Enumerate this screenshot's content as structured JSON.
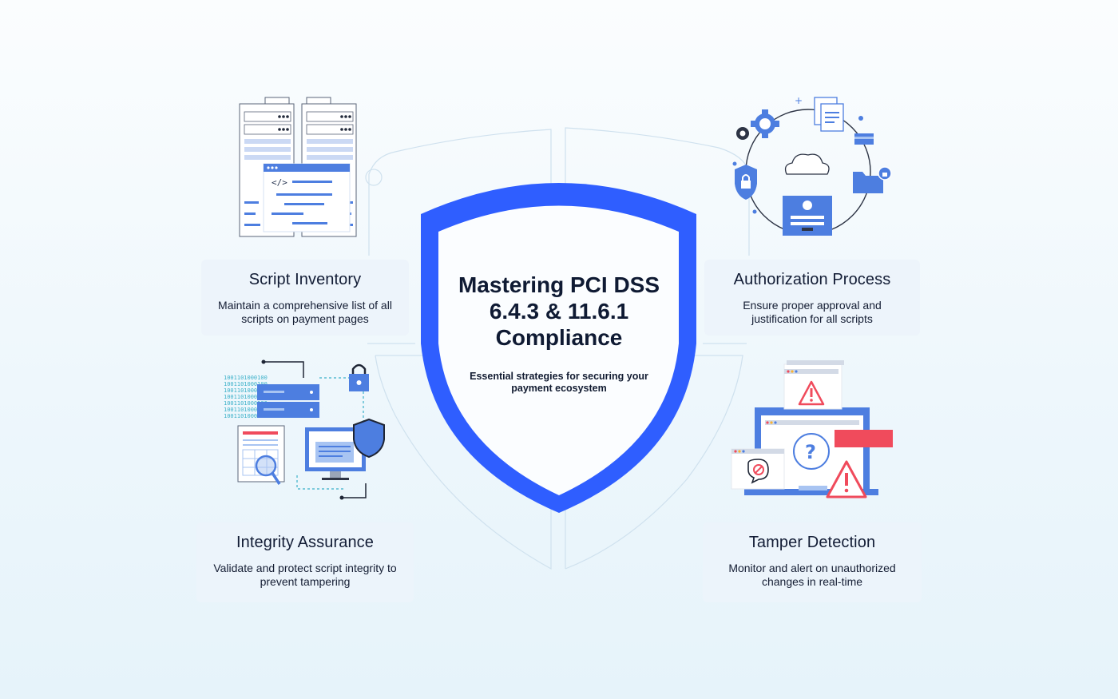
{
  "center": {
    "title": "Mastering PCI DSS 6.4.3 & 11.6.1 Compliance",
    "subtitle": "Essential strategies for securing your payment ecosystem"
  },
  "features": [
    {
      "title": "Script Inventory",
      "description": "Maintain a comprehensive list of all scripts on payment pages",
      "icon": "server-code-icon"
    },
    {
      "title": "Authorization Process",
      "description": "Ensure proper approval and justification for all scripts",
      "icon": "cloud-authorization-icon"
    },
    {
      "title": "Integrity Assurance",
      "description": "Validate and protect script integrity to prevent tampering",
      "icon": "integrity-shield-icon"
    },
    {
      "title": "Tamper Detection",
      "description": "Monitor and alert on unauthorized changes in real-time",
      "icon": "tamper-alert-icon"
    }
  ],
  "binary_text": "1001101000100",
  "colors": {
    "shield_blue": "#2f5eff",
    "accent_blue": "#4d7ee0",
    "light_blue": "#a8c4f2",
    "alert_red": "#f04b5c",
    "text_dark": "#111b33"
  }
}
